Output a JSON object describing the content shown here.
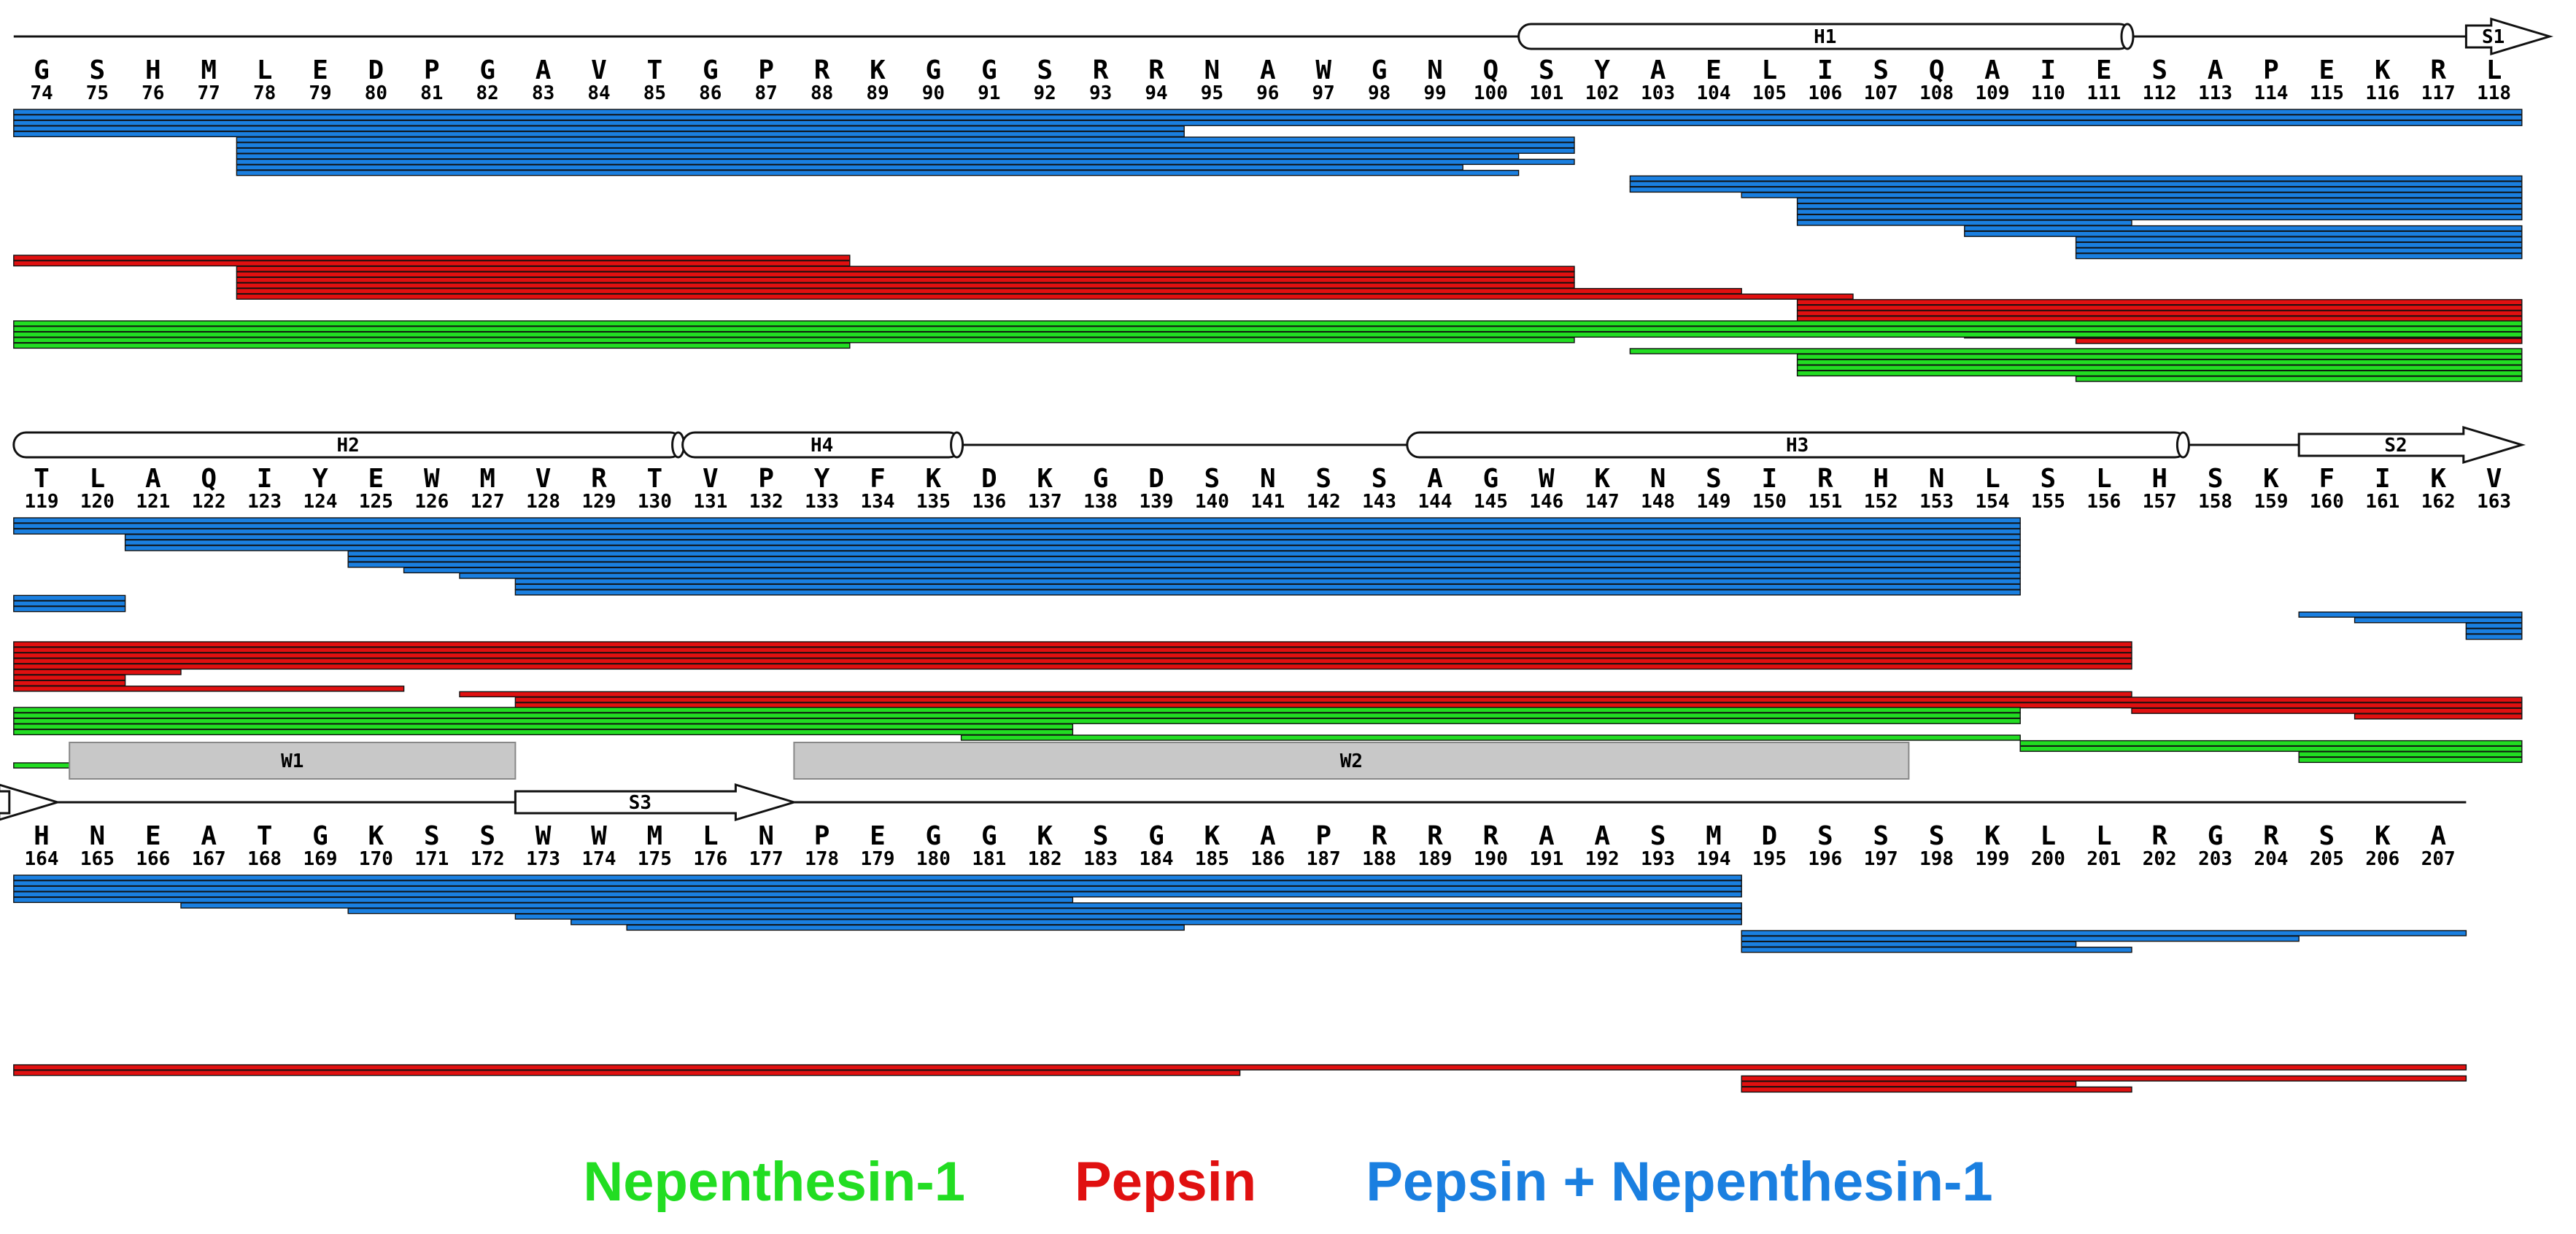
{
  "colors": {
    "nepenthesin": "#22dd22",
    "pepsin": "#e01010",
    "both": "#1a7fe0",
    "edge": "#111111",
    "helix_fill": "#ffffff",
    "box_fill": "#c8c8c8"
  },
  "legend": [
    {
      "label": "Nepenthesin-1",
      "color": "#22dd22"
    },
    {
      "label": "Pepsin",
      "color": "#e01010"
    },
    {
      "label": "Pepsin + Nepenthesin-1",
      "color": "#1a7fe0"
    }
  ],
  "rows": [
    {
      "start": 74,
      "sequence": "GSHMLEDPGAVTGPRKGGSRRNAWGNQSYAELISQAIESAPEKRL",
      "structures": [
        {
          "type": "helix",
          "label": "H1",
          "start": 101,
          "end": 111
        },
        {
          "type": "strand",
          "label": "S1",
          "start": 118,
          "end": 118
        }
      ],
      "peptides": {
        "both": [
          [
            74,
            118
          ],
          [
            74,
            118
          ],
          [
            74,
            118
          ],
          [
            74,
            94
          ],
          [
            74,
            94
          ],
          [
            78,
            101
          ],
          [
            78,
            101
          ],
          [
            78,
            101
          ],
          [
            78,
            100
          ],
          [
            78,
            101
          ],
          [
            78,
            99
          ],
          [
            78,
            100
          ],
          [
            103,
            118
          ],
          [
            103,
            118
          ],
          [
            103,
            118
          ],
          [
            105,
            118
          ],
          [
            106,
            118
          ],
          [
            106,
            118
          ],
          [
            106,
            118
          ],
          [
            106,
            118
          ],
          [
            106,
            111
          ],
          [
            109,
            118
          ],
          [
            109,
            118
          ],
          [
            111,
            118
          ],
          [
            111,
            118
          ],
          [
            111,
            118
          ],
          [
            111,
            118
          ]
        ],
        "pepsin": [
          [
            74,
            88
          ],
          [
            74,
            88
          ],
          [
            78,
            101
          ],
          [
            78,
            101
          ],
          [
            78,
            101
          ],
          [
            78,
            101
          ],
          [
            78,
            104
          ],
          [
            78,
            106
          ],
          [
            106,
            118
          ],
          [
            106,
            118
          ],
          [
            106,
            118
          ],
          [
            106,
            118
          ],
          [
            106,
            118
          ],
          [
            106,
            118
          ],
          [
            109,
            118
          ],
          [
            111,
            118
          ]
        ],
        "nepenthesin": [
          [
            74,
            118
          ],
          [
            74,
            118
          ],
          [
            74,
            118
          ],
          [
            74,
            101
          ],
          [
            74,
            88
          ],
          [
            103,
            118
          ],
          [
            106,
            118
          ],
          [
            106,
            118
          ],
          [
            106,
            118
          ],
          [
            106,
            118
          ],
          [
            111,
            118
          ]
        ]
      }
    },
    {
      "start": 119,
      "sequence": "TLAQIYEWMVRTVPYFKDKGDSNSSAGWKNSIRHNLSLHSKFIKV",
      "structures": [
        {
          "type": "helix",
          "label": "H2",
          "start": 119,
          "end": 130
        },
        {
          "type": "helix",
          "label": "H4",
          "start": 131,
          "end": 135
        },
        {
          "type": "helix",
          "label": "H3",
          "start": 144,
          "end": 157
        },
        {
          "type": "strand",
          "label": "S2",
          "start": 160,
          "end": 163
        }
      ],
      "peptides": {
        "both": [
          [
            119,
            154
          ],
          [
            119,
            154
          ],
          [
            119,
            154
          ],
          [
            121,
            154
          ],
          [
            121,
            154
          ],
          [
            121,
            154
          ],
          [
            125,
            154
          ],
          [
            125,
            154
          ],
          [
            125,
            154
          ],
          [
            126,
            154
          ],
          [
            127,
            154
          ],
          [
            128,
            154
          ],
          [
            128,
            154
          ],
          [
            128,
            154
          ],
          [
            119,
            120
          ],
          [
            119,
            120
          ],
          [
            119,
            120
          ],
          [
            160,
            163
          ],
          [
            161,
            163
          ],
          [
            163,
            163
          ],
          [
            163,
            163
          ],
          [
            163,
            163
          ]
        ],
        "pepsin": [
          [
            119,
            156
          ],
          [
            119,
            156
          ],
          [
            119,
            156
          ],
          [
            119,
            156
          ],
          [
            119,
            156
          ],
          [
            119,
            121
          ],
          [
            119,
            120
          ],
          [
            119,
            120
          ],
          [
            119,
            125
          ],
          [
            127,
            156
          ],
          [
            128,
            163
          ],
          [
            128,
            163
          ],
          [
            157,
            163
          ],
          [
            161,
            163
          ]
        ],
        "nepenthesin": [
          [
            119,
            154
          ],
          [
            119,
            154
          ],
          [
            119,
            154
          ],
          [
            119,
            137
          ],
          [
            119,
            137
          ],
          [
            136,
            154
          ],
          [
            155,
            163
          ],
          [
            155,
            163
          ],
          [
            160,
            163
          ],
          [
            160,
            163
          ],
          [
            119,
            120
          ]
        ]
      }
    },
    {
      "start": 164,
      "sequence": "HNEATGKSSWWMLNPEGGKSGKAPRRRAASMDSSSKLLRGRSKA",
      "structures": [
        {
          "type": "strand",
          "label": "",
          "start": 164,
          "end": 164
        },
        {
          "type": "strand",
          "label": "S3",
          "start": 173,
          "end": 177
        },
        {
          "type": "box",
          "label": "W1",
          "start": 165,
          "end": 172
        },
        {
          "type": "box",
          "label": "W2",
          "start": 178,
          "end": 197
        }
      ],
      "peptides": {
        "both": [
          [
            164,
            194
          ],
          [
            164,
            194
          ],
          [
            164,
            194
          ],
          [
            164,
            194
          ],
          [
            164,
            182
          ],
          [
            167,
            194
          ],
          [
            170,
            194
          ],
          [
            173,
            194
          ],
          [
            174,
            194
          ],
          [
            175,
            184
          ],
          [
            195,
            207
          ],
          [
            195,
            204
          ],
          [
            195,
            200
          ],
          [
            195,
            201
          ],
          [
            195,
            194
          ]
        ],
        "pepsin": [
          [
            164,
            207
          ],
          [
            164,
            185
          ],
          [
            195,
            207
          ],
          [
            195,
            200
          ],
          [
            195,
            201
          ]
        ],
        "nepenthesin": [
          [
            164,
            207
          ],
          [
            164,
            194
          ],
          [
            167,
            194
          ],
          [
            195,
            201
          ]
        ]
      }
    }
  ]
}
